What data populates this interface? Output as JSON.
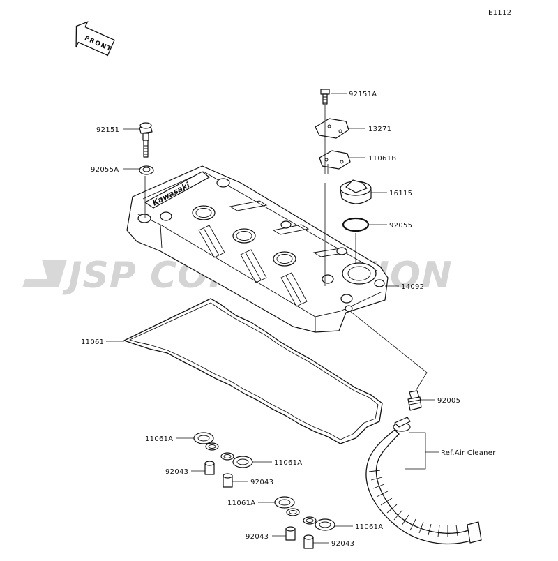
{
  "diagram_id": "E1112",
  "direction_label": "FRONT",
  "watermark": "JSP CORPORATION",
  "cover_logo": "Kawasaki",
  "labels": {
    "bolt_top": "92151A",
    "cap_plate": "13271",
    "gasket_plate": "11061B",
    "oil_cap": "16115",
    "oring": "92055",
    "cover": "14092",
    "bolt_left": "92151",
    "washer_left": "92055A",
    "gasket": "11061",
    "fitting": "92005",
    "air_cleaner": "Ref.Air Cleaner",
    "seal_1": "11061A",
    "seal_2": "11061A",
    "seal_3": "11061A",
    "seal_4": "11061A",
    "collar_1": "92043",
    "collar_2": "92043",
    "collar_3": "92043",
    "collar_4": "92043"
  }
}
